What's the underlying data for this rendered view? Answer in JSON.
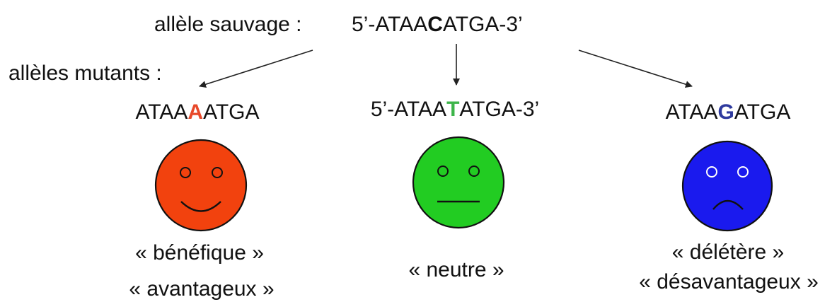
{
  "wild_type": {
    "label": "allèle sauvage :",
    "sequence": {
      "prefix": "5’-ATAA",
      "base": "C",
      "suffix": "ATGA-3’",
      "base_color": "#111111"
    }
  },
  "mutants_label": "allèles mutants :",
  "mutants": [
    {
      "sequence": {
        "prefix": "ATAA",
        "base": "A",
        "suffix": "ATGA",
        "base_color": "#E8492A"
      },
      "face_color": "#F2420E",
      "expression": "smile",
      "labels": [
        "« bénéfique »",
        "« avantageux »"
      ]
    },
    {
      "sequence": {
        "prefix": "5’-ATAA",
        "base": "T",
        "suffix": "ATGA-3’",
        "base_color": "#3DB54A"
      },
      "face_color": "#22CC22",
      "expression": "neutral",
      "labels": [
        "« neutre »"
      ]
    },
    {
      "sequence": {
        "prefix": "ATAA",
        "base": "G",
        "suffix": "ATGA",
        "base_color": "#2E3A9E"
      },
      "face_color": "#1A1AEE",
      "expression": "frown",
      "labels": [
        "« délétère »",
        "« désavantageux »"
      ]
    }
  ]
}
